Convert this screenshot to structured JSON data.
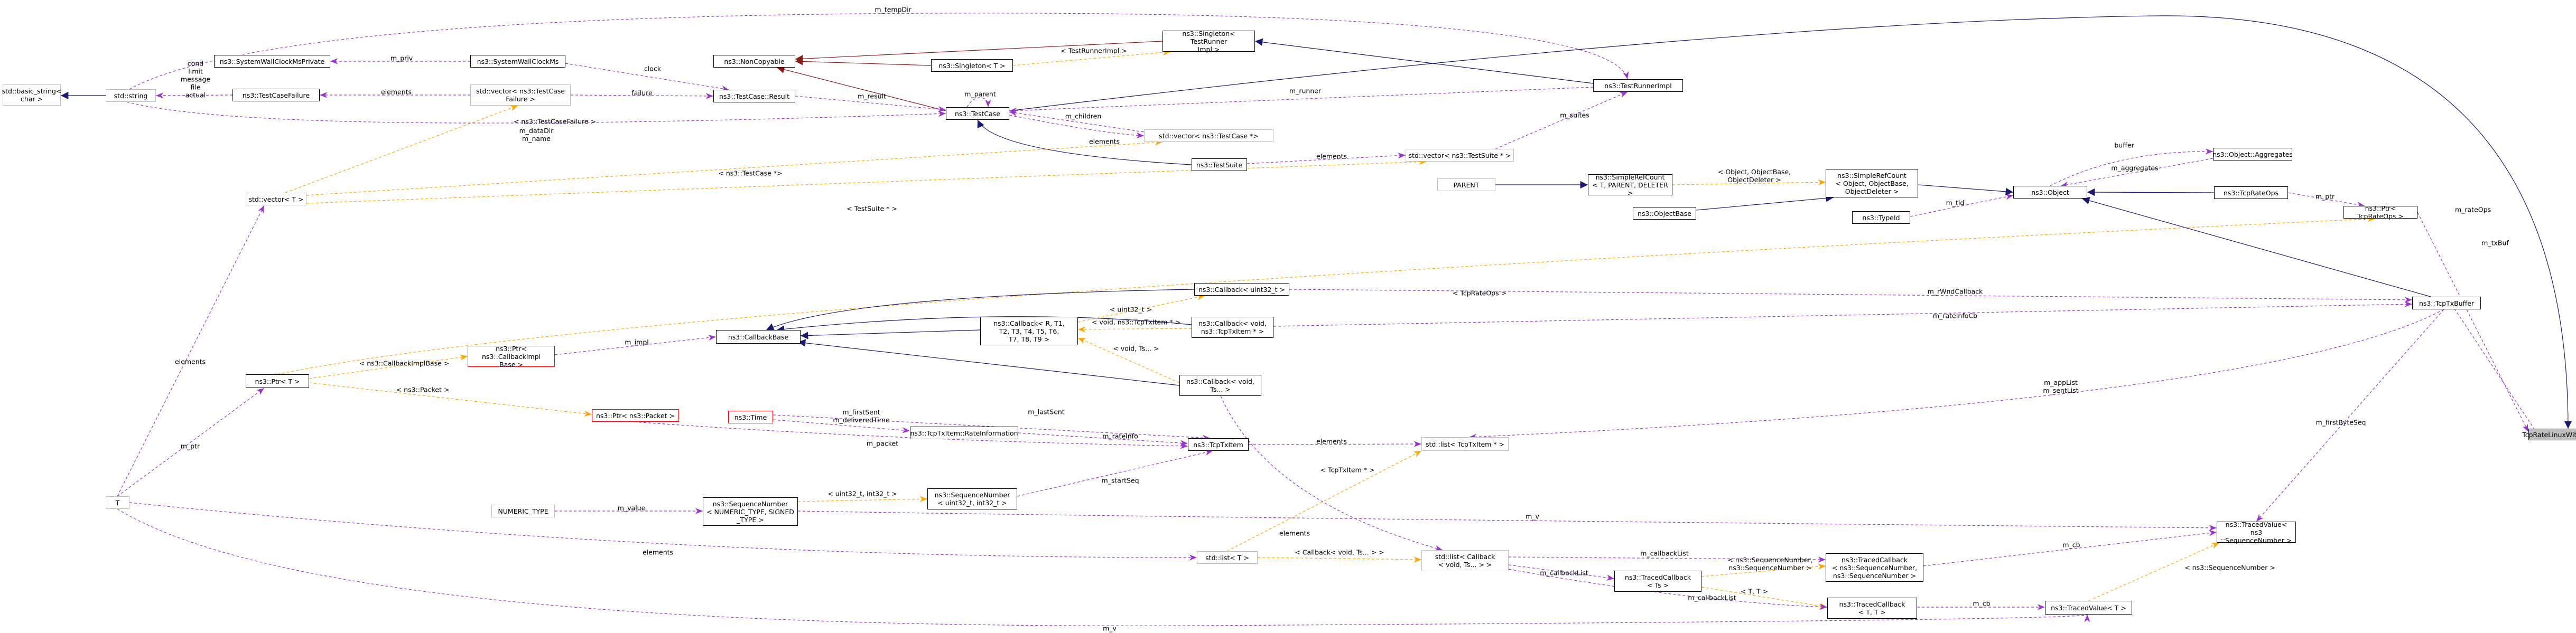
{
  "colors": {
    "inherit": "#191970",
    "private_inherit": "#8b1a1a",
    "usage": "#9a32cd",
    "template": "#ffa500",
    "node_border": "#000000",
    "node_gray": "#bfbfbf",
    "node_red": "#ff0000",
    "root_fill": "#bfbfbf"
  },
  "nodes": [
    {
      "id": "root",
      "label": "TcpRateLinuxWithBufferTest",
      "style": "root"
    },
    {
      "id": "ptrTcpRateOps",
      "label": "ns3::Ptr< TcpRateOps >"
    },
    {
      "id": "tcpRateOps",
      "label": "ns3::TcpRateOps"
    },
    {
      "id": "object",
      "label": "ns3::Object"
    },
    {
      "id": "objAgg",
      "label": "ns3::Object::Aggregates"
    },
    {
      "id": "typeId",
      "label": "ns3::TypeId"
    },
    {
      "id": "simpleRefCount",
      "label": "ns3::SimpleRefCount\n< Object, ObjectBase,\n ObjectDeleter >"
    },
    {
      "id": "objectBase",
      "label": "ns3::ObjectBase"
    },
    {
      "id": "simpleRefCountT",
      "label": "ns3::SimpleRefCount\n< T, PARENT, DELETER >"
    },
    {
      "id": "parent",
      "label": "PARENT",
      "style": "gray"
    },
    {
      "id": "tcpTxBuffer",
      "label": "ns3::TcpTxBuffer"
    },
    {
      "id": "tracedValueSeq",
      "label": "ns3::TracedValue< ns3\n::SequenceNumber >"
    },
    {
      "id": "tracedValueT",
      "label": "ns3::TracedValue< T >"
    },
    {
      "id": "tracedCbSeq",
      "label": "ns3::TracedCallback\n< ns3::SequenceNumber,\n ns3::SequenceNumber >"
    },
    {
      "id": "tracedCbTT",
      "label": "ns3::TracedCallback\n< T, T >"
    },
    {
      "id": "tracedCbTs",
      "label": "ns3::TracedCallback\n< Ts >"
    },
    {
      "id": "stdListCallback",
      "label": "std::list< Callback\n< void, Ts... > >",
      "style": "gray"
    },
    {
      "id": "stdListT",
      "label": "std::list< T >",
      "style": "gray"
    },
    {
      "id": "seqNumber",
      "label": "ns3::SequenceNumber\n< NUMERIC_TYPE, SIGNED\n_TYPE >"
    },
    {
      "id": "seqNumber32",
      "label": "ns3::SequenceNumber\n< uint32_t, int32_t >"
    },
    {
      "id": "numericType",
      "label": "NUMERIC_TYPE",
      "style": "gray"
    },
    {
      "id": "stdListTcpTxItem",
      "label": "std::list< TcpTxItem * >",
      "style": "gray"
    },
    {
      "id": "tcpTxItem",
      "label": "ns3::TcpTxItem"
    },
    {
      "id": "rateInfo",
      "label": "ns3::TcpTxItem::RateInformation"
    },
    {
      "id": "time",
      "label": "ns3::Time",
      "style": "red"
    },
    {
      "id": "ptrPacket",
      "label": "ns3::Ptr< ns3::Packet >",
      "style": "red"
    },
    {
      "id": "ptrT",
      "label": "ns3::Ptr< T >"
    },
    {
      "id": "T",
      "label": "T",
      "style": "gray"
    },
    {
      "id": "stdVectorT",
      "label": "std::vector< T >",
      "style": "gray"
    },
    {
      "id": "stdString",
      "label": "std::string",
      "style": "gray"
    },
    {
      "id": "basicString",
      "label": "std::basic_string<\n char >",
      "style": "gray"
    },
    {
      "id": "ptrCbImpl",
      "label": "ns3::Ptr< ns3::CallbackImpl\nBase >",
      "style": "red"
    },
    {
      "id": "callbackBase",
      "label": "ns3::CallbackBase"
    },
    {
      "id": "callbackRT",
      "label": "ns3::Callback< R, T1,\n T2, T3, T4, T5, T6,\n T7, T8, T9 >"
    },
    {
      "id": "callbackUint",
      "label": "ns3::Callback< uint32_t >"
    },
    {
      "id": "callbackVoidTx",
      "label": "ns3::Callback< void,\n ns3::TcpTxItem * >"
    },
    {
      "id": "callbackVoidTs",
      "label": "ns3::Callback< void,\n Ts... >"
    },
    {
      "id": "testCase",
      "label": "ns3::TestCase"
    },
    {
      "id": "testSuite",
      "label": "ns3::TestSuite"
    },
    {
      "id": "testRunnerImpl",
      "label": "ns3::TestRunnerImpl"
    },
    {
      "id": "singletonTRI",
      "label": "ns3::Singleton< TestRunner\nImpl >"
    },
    {
      "id": "singletonT",
      "label": "ns3::Singleton< T >"
    },
    {
      "id": "nonCopyable",
      "label": "ns3::NonCopyable"
    },
    {
      "id": "testCaseResult",
      "label": "ns3::TestCase::Result"
    },
    {
      "id": "sysWallMs",
      "label": "ns3::SystemWallClockMs"
    },
    {
      "id": "sysWallMsPriv",
      "label": "ns3::SystemWallClockMsPrivate"
    },
    {
      "id": "testCaseFailure",
      "label": "ns3::TestCaseFailure"
    },
    {
      "id": "stdVectorTCF",
      "label": "std::vector< ns3::TestCase\nFailure >",
      "style": "gray"
    },
    {
      "id": "stdVectorTCPtr",
      "label": "std::vector< ns3::TestCase *>",
      "style": "gray"
    },
    {
      "id": "stdVectorTSPtr",
      "label": "std::vector< ns3::TestSuite * >",
      "style": "gray"
    }
  ],
  "edges": [
    {
      "id": "e-rateOps",
      "from": "ptrTcpRateOps",
      "to": "root",
      "kind": "usage",
      "label": "m_rateOps"
    },
    {
      "id": "e-txBuf",
      "from": "tcpTxBuffer",
      "to": "root",
      "kind": "usage",
      "label": "m_txBuf"
    },
    {
      "id": "e-testcase-root",
      "from": "testCase",
      "to": "root",
      "kind": "inherit",
      "label": ""
    },
    {
      "id": "e-ptr-rateops",
      "from": "tcpRateOps",
      "to": "ptrTcpRateOps",
      "kind": "usage",
      "label": "m_ptr"
    },
    {
      "id": "e-obj-rateops",
      "from": "object",
      "to": "tcpRateOps",
      "kind": "inherit",
      "label": ""
    },
    {
      "id": "e-obj-txbuf",
      "from": "object",
      "to": "tcpTxBuffer",
      "kind": "inherit",
      "label": ""
    },
    {
      "id": "e-agg",
      "from": "objAgg",
      "to": "object",
      "kind": "usage",
      "label": "m_aggregates"
    },
    {
      "id": "e-buffer",
      "from": "object",
      "to": "objAgg",
      "kind": "usage",
      "label": "buffer"
    },
    {
      "id": "e-tid",
      "from": "typeId",
      "to": "object",
      "kind": "usage",
      "label": "m_tid"
    },
    {
      "id": "e-src-obj",
      "from": "simpleRefCount",
      "to": "object",
      "kind": "inherit",
      "label": ""
    },
    {
      "id": "e-ob-src",
      "from": "objectBase",
      "to": "simpleRefCount",
      "kind": "inherit",
      "label": ""
    },
    {
      "id": "e-tmpl-src",
      "from": "simpleRefCountT",
      "to": "simpleRefCount",
      "kind": "template",
      "label": "< Object, ObjectBase,\n ObjectDeleter >"
    },
    {
      "id": "e-parent-src",
      "from": "parent",
      "to": "simpleRefCountT",
      "kind": "inherit",
      "label": ""
    },
    {
      "id": "e-firstbytes",
      "from": "tracedValueSeq",
      "to": "tcpTxBuffer",
      "kind": "usage",
      "label": "m_firstByteSeq"
    },
    {
      "id": "e-tv-tmpl",
      "from": "tracedValueT",
      "to": "tracedValueSeq",
      "kind": "template",
      "label": "< ns3::SequenceNumber >"
    },
    {
      "id": "e-cb-tvseq",
      "from": "tracedCbSeq",
      "to": "tracedValueSeq",
      "kind": "usage",
      "label": "m_cb"
    },
    {
      "id": "e-cb-tvt",
      "from": "tracedCbTT",
      "to": "tracedValueT",
      "kind": "usage",
      "label": "m_cb"
    },
    {
      "id": "e-v-tvseq",
      "from": "seqNumber",
      "to": "tracedValueSeq",
      "kind": "usage",
      "label": "m_v"
    },
    {
      "id": "e-v-tvt",
      "from": "T",
      "to": "tracedValueT",
      "kind": "usage",
      "label": "m_v"
    },
    {
      "id": "e-tcbts-seq",
      "from": "tracedCbTs",
      "to": "tracedCbSeq",
      "kind": "template",
      "label": "< ns3::SequenceNumber,\n ns3::SequenceNumber >"
    },
    {
      "id": "e-tcbts-tt",
      "from": "tracedCbTs",
      "to": "tracedCbTT",
      "kind": "template",
      "label": "< T, T >"
    },
    {
      "id": "e-cblist-seq",
      "from": "stdListCallback",
      "to": "tracedCbSeq",
      "kind": "usage",
      "label": "m_callbackList"
    },
    {
      "id": "e-cblist-tt",
      "from": "stdListCallback",
      "to": "tracedCbTT",
      "kind": "usage",
      "label": "m_callbackList"
    },
    {
      "id": "e-cblist-ts",
      "from": "stdListCallback",
      "to": "tracedCbTs",
      "kind": "usage",
      "label": "m_callbackList"
    },
    {
      "id": "e-cbvoidts-list",
      "from": "callbackVoidTs",
      "to": "stdListCallback",
      "kind": "usage",
      "label": "elements"
    },
    {
      "id": "e-listT-cb",
      "from": "stdListT",
      "to": "stdListCallback",
      "kind": "template",
      "label": "< Callback< void, Ts... > >"
    },
    {
      "id": "e-listT-txitem",
      "from": "stdListT",
      "to": "stdListTcpTxItem",
      "kind": "template",
      "label": "< TcpTxItem * >"
    },
    {
      "id": "e-T-listT",
      "from": "T",
      "to": "stdListT",
      "kind": "usage",
      "label": "elements"
    },
    {
      "id": "e-numeric",
      "from": "numericType",
      "to": "seqNumber",
      "kind": "usage",
      "label": "m_value"
    },
    {
      "id": "e-seq-tmpl",
      "from": "seqNumber",
      "to": "seqNumber32",
      "kind": "template",
      "label": "< uint32_t, int32_t >"
    },
    {
      "id": "e-startseq",
      "from": "seqNumber32",
      "to": "tcpTxItem",
      "kind": "usage",
      "label": "m_startSeq"
    },
    {
      "id": "e-applist",
      "from": "stdListTcpTxItem",
      "to": "tcpTxBuffer",
      "kind": "usage",
      "label": "m_appList\nm_sentList"
    },
    {
      "id": "e-txitem-list",
      "from": "tcpTxItem",
      "to": "stdListTcpTxItem",
      "kind": "usage",
      "label": "elements"
    },
    {
      "id": "e-rateinfo",
      "from": "rateInfo",
      "to": "tcpTxItem",
      "kind": "usage",
      "label": "m_rateInfo"
    },
    {
      "id": "e-lastsent",
      "from": "time",
      "to": "tcpTxItem",
      "kind": "usage",
      "label": "m_lastSent"
    },
    {
      "id": "e-firstsent",
      "from": "time",
      "to": "rateInfo",
      "kind": "usage",
      "label": "m_firstSent\nm_deliveredTime"
    },
    {
      "id": "e-packet",
      "from": "ptrPacket",
      "to": "tcpTxItem",
      "kind": "usage",
      "label": "m_packet"
    },
    {
      "id": "e-ptrT-packet",
      "from": "ptrT",
      "to": "ptrPacket",
      "kind": "template",
      "label": "< ns3::Packet >"
    },
    {
      "id": "e-ptrT-impl",
      "from": "ptrT",
      "to": "ptrCbImpl",
      "kind": "template",
      "label": "< ns3::CallbackImplBase >"
    },
    {
      "id": "e-ptrT-rateops",
      "from": "ptrT",
      "to": "ptrTcpRateOps",
      "kind": "template",
      "label": "< TcpRateOps >"
    },
    {
      "id": "e-mptr",
      "from": "T",
      "to": "ptrT",
      "kind": "usage",
      "label": "m_ptr"
    },
    {
      "id": "e-impl",
      "from": "ptrCbImpl",
      "to": "callbackBase",
      "kind": "usage",
      "label": "m_impl"
    },
    {
      "id": "e-cbb-rt",
      "from": "callbackBase",
      "to": "callbackRT",
      "kind": "inherit",
      "label": ""
    },
    {
      "id": "e-cbb-uint",
      "from": "callbackBase",
      "to": "callbackUint",
      "kind": "inherit",
      "label": ""
    },
    {
      "id": "e-cbb-voidtx",
      "from": "callbackBase",
      "to": "callbackVoidTx",
      "kind": "inherit",
      "label": ""
    },
    {
      "id": "e-cbb-voidts",
      "from": "callbackBase",
      "to": "callbackVoidTs",
      "kind": "inherit",
      "label": ""
    },
    {
      "id": "e-rt-uint",
      "from": "callbackRT",
      "to": "callbackUint",
      "kind": "template",
      "label": "< uint32_t >"
    },
    {
      "id": "e-rt-voidtx",
      "from": "callbackRT",
      "to": "callbackVoidTx",
      "kind": "template",
      "label": "< void, ns3::TcpTxItem * >"
    },
    {
      "id": "e-rt-voidts",
      "from": "callbackRT",
      "to": "callbackVoidTs",
      "kind": "template",
      "label": "< void, Ts... >"
    },
    {
      "id": "e-rwnd",
      "from": "callbackUint",
      "to": "tcpTxBuffer",
      "kind": "usage",
      "label": "m_rWndCallback"
    },
    {
      "id": "e-sacb",
      "from": "callbackVoidTx",
      "to": "tcpTxBuffer",
      "kind": "usage",
      "label": "m_rateInfoCb"
    },
    {
      "id": "e-tc-ts",
      "from": "testCase",
      "to": "testSuite",
      "kind": "inherit",
      "label": ""
    },
    {
      "id": "e-tc-parent",
      "from": "testCase",
      "to": "testCase",
      "kind": "usage",
      "label": "m_parent"
    },
    {
      "id": "e-tc-vec",
      "from": "testCase",
      "to": "stdVectorTCPtr",
      "kind": "usage",
      "label": "elements"
    },
    {
      "id": "e-vec-children",
      "from": "stdVectorTCPtr",
      "to": "testCase",
      "kind": "usage",
      "label": "m_children"
    },
    {
      "id": "e-ts-vec",
      "from": "testSuite",
      "to": "stdVectorTSPtr",
      "kind": "usage",
      "label": "elements"
    },
    {
      "id": "e-suites",
      "from": "stdVectorTSPtr",
      "to": "testRunnerImpl",
      "kind": "usage",
      "label": "m_suites"
    },
    {
      "id": "e-runner",
      "from": "testRunnerImpl",
      "to": "testCase",
      "kind": "usage",
      "label": "m_runner"
    },
    {
      "id": "e-tri-single",
      "from": "singletonTRI",
      "to": "testRunnerImpl",
      "kind": "inherit",
      "label": ""
    },
    {
      "id": "e-single-tmpl",
      "from": "singletonT",
      "to": "singletonTRI",
      "kind": "template",
      "label": "< TestRunnerImpl >"
    },
    {
      "id": "e-nc-single",
      "from": "nonCopyable",
      "to": "singletonT",
      "kind": "private_inherit",
      "label": ""
    },
    {
      "id": "e-nc-tri",
      "from": "nonCopyable",
      "to": "singletonTRI",
      "kind": "private_inherit",
      "label": ""
    },
    {
      "id": "e-nc-tc",
      "from": "nonCopyable",
      "to": "testCase",
      "kind": "private_inherit",
      "label": ""
    },
    {
      "id": "e-result",
      "from": "testCaseResult",
      "to": "testCase",
      "kind": "usage",
      "label": "m_result"
    },
    {
      "id": "e-clock",
      "from": "sysWallMs",
      "to": "testCaseResult",
      "kind": "usage",
      "label": "clock"
    },
    {
      "id": "e-priv",
      "from": "sysWallMsPriv",
      "to": "sysWallMs",
      "kind": "usage",
      "label": "m_priv"
    },
    {
      "id": "e-failure",
      "from": "stdVectorTCF",
      "to": "testCaseResult",
      "kind": "usage",
      "label": "failure"
    },
    {
      "id": "e-tcf-vec",
      "from": "testCaseFailure",
      "to": "stdVectorTCF",
      "kind": "usage",
      "label": "elements"
    },
    {
      "id": "e-str-tcf",
      "from": "stdString",
      "to": "testCaseFailure",
      "kind": "usage",
      "label": "cond\nlimit\nmessage\nfile\nactual"
    },
    {
      "id": "e-str-basic",
      "from": "basicString",
      "to": "stdString",
      "kind": "inherit",
      "label": ""
    },
    {
      "id": "e-datadir",
      "from": "stdString",
      "to": "testCase",
      "kind": "usage",
      "label": "m_dataDir\nm_name"
    },
    {
      "id": "e-tempdir",
      "from": "stdString",
      "to": "testRunnerImpl",
      "kind": "usage",
      "label": "m_tempDir"
    },
    {
      "id": "e-vecT-tcf",
      "from": "stdVectorT",
      "to": "stdVectorTCF",
      "kind": "template",
      "label": "< ns3::TestCaseFailure >"
    },
    {
      "id": "e-vecT-tcp",
      "from": "stdVectorT",
      "to": "stdVectorTCPtr",
      "kind": "template",
      "label": "< ns3::TestCase *>"
    },
    {
      "id": "e-vecT-tsp",
      "from": "stdVectorT",
      "to": "stdVectorTSPtr",
      "kind": "template",
      "label": "< TestSuite * >"
    },
    {
      "id": "e-T-vecT",
      "from": "T",
      "to": "stdVectorT",
      "kind": "usage",
      "label": "elements"
    }
  ]
}
